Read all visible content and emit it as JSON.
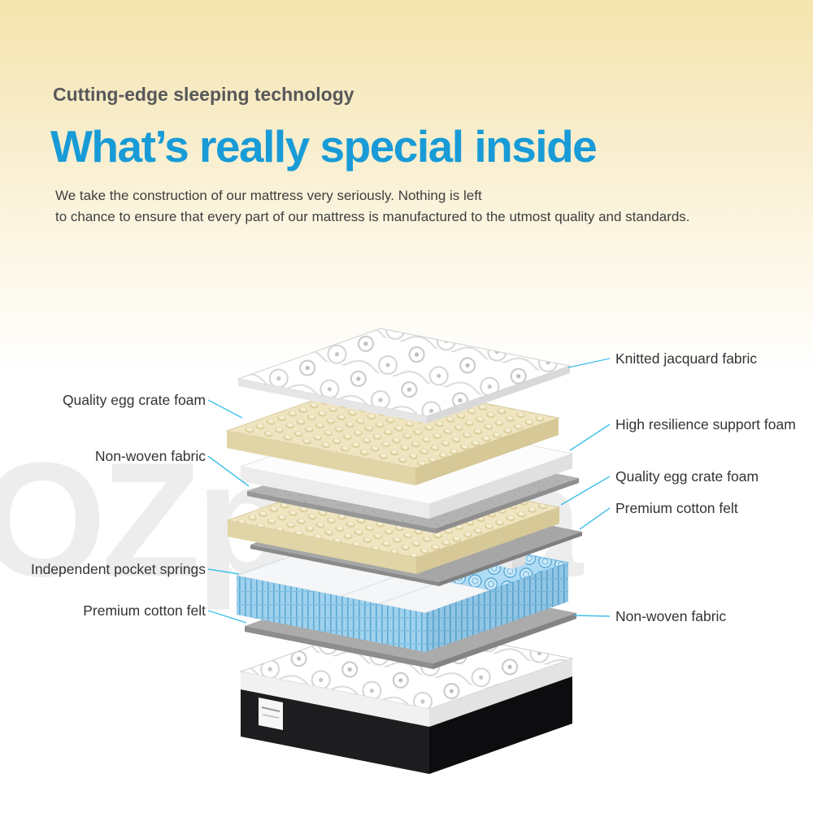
{
  "header": {
    "eyebrow": "Cutting-edge sleeping technology",
    "title": "What’s really special inside",
    "description_line1": "We take the construction of our mattress very seriously. Nothing is left",
    "description_line2": "to chance to ensure that every part of our mattress is manufactured to the utmost quality and standards."
  },
  "diagram": {
    "labels_left": [
      "Quality egg crate foam",
      "Non-woven fabric",
      "Independent pocket springs",
      "Premium cotton felt"
    ],
    "labels_right": [
      "Knitted jacquard fabric",
      "High resilience support foam",
      "Quality egg crate foam",
      "Premium cotton felt",
      "Non-woven fabric"
    ],
    "layers_top_to_bottom": [
      "Knitted jacquard fabric",
      "Quality egg crate foam",
      "High resilience support foam",
      "Non-woven fabric",
      "Quality egg crate foam",
      "Premium cotton felt",
      "Independent pocket springs",
      "Non-woven fabric",
      "Mattress base"
    ]
  },
  "colors": {
    "title_blue": "#189bd7",
    "leader_line_cyan": "#41c0ea",
    "background_yellow": "#f5e5ae",
    "egg_crate_cream": "#efe5c0",
    "springs_blue": "#aedcf4",
    "mattress_base_black": "#141416"
  },
  "watermark": "OZplaza"
}
